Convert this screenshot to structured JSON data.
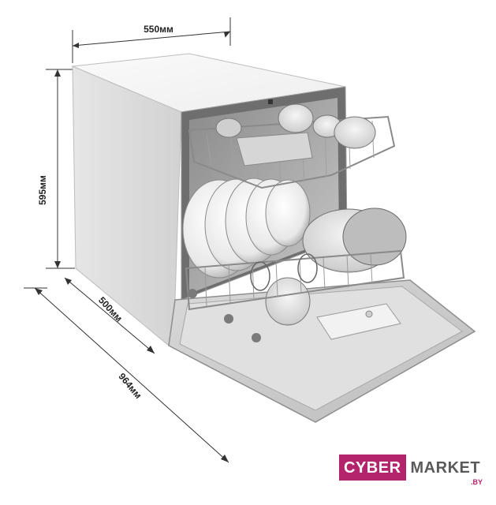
{
  "dimensions": {
    "width": "550мм",
    "height": "595мм",
    "depth_closed": "500мм",
    "depth_open": "964мм"
  },
  "logo": {
    "part1": "CYBER",
    "part2": "MARKET",
    "tld": ".BY"
  },
  "colors": {
    "brand": "#b3246c",
    "brand_dark_text": "#5a5a5a"
  },
  "icons": {
    "product": "dishwasher-icon"
  }
}
